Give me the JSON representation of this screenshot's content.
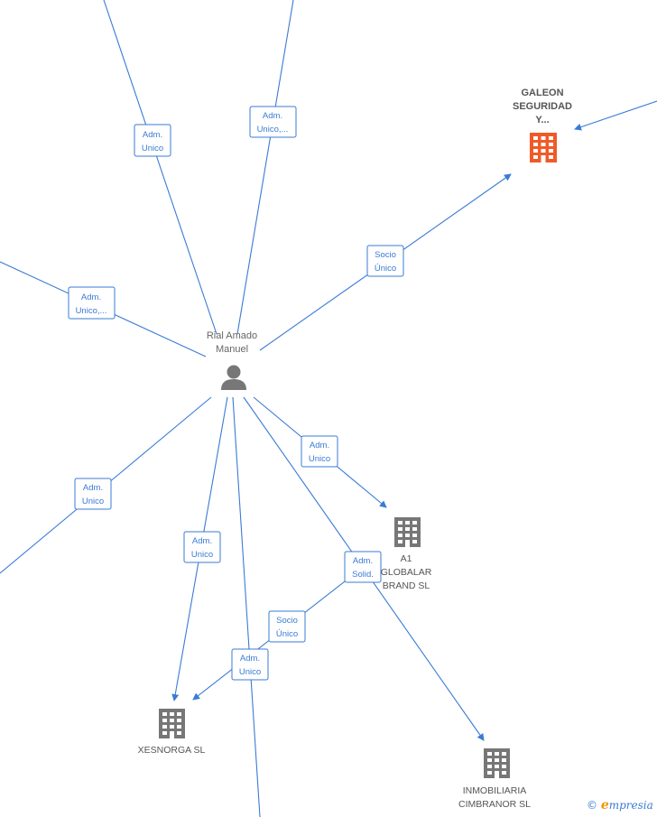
{
  "person": {
    "line1": "Rial Amado",
    "line2": "Manuel"
  },
  "companies": {
    "galeon": {
      "line1": "GALEON",
      "line2": "SEGURIDAD",
      "line3": "Y..."
    },
    "a1": {
      "line1": "A1",
      "line2": "GLOBALAR",
      "line3": "BRAND  SL"
    },
    "xesnorga": {
      "line1": "XESNORGA  SL"
    },
    "inmobiliaria": {
      "line1": "INMOBILIARIA",
      "line2": "CIMBRANOR  SL"
    }
  },
  "edges": [
    {
      "id": "e1",
      "line1": "Adm.",
      "line2": "Unico"
    },
    {
      "id": "e2",
      "line1": "Adm.",
      "line2": "Unico,..."
    },
    {
      "id": "e3",
      "line1": "Adm.",
      "line2": "Unico,..."
    },
    {
      "id": "e4",
      "line1": "Socio",
      "line2": "Único"
    },
    {
      "id": "e5",
      "line1": "Adm.",
      "line2": "Unico"
    },
    {
      "id": "e6",
      "line1": "Adm.",
      "line2": "Unico"
    },
    {
      "id": "e7",
      "line1": "Adm.",
      "line2": "Unico"
    },
    {
      "id": "e8",
      "line1": "Adm.",
      "line2": "Solid."
    },
    {
      "id": "e9",
      "line1": "Socio",
      "line2": "Único"
    },
    {
      "id": "e10",
      "line1": "Adm.",
      "line2": "Unico"
    }
  ],
  "watermark": {
    "copyright": "©",
    "brand_initial": "e",
    "brand_rest": "mpresia"
  },
  "colors": {
    "edge": "#3a7bd5",
    "highlight_company": "#f05a28",
    "company": "#777777",
    "person": "#777777"
  }
}
